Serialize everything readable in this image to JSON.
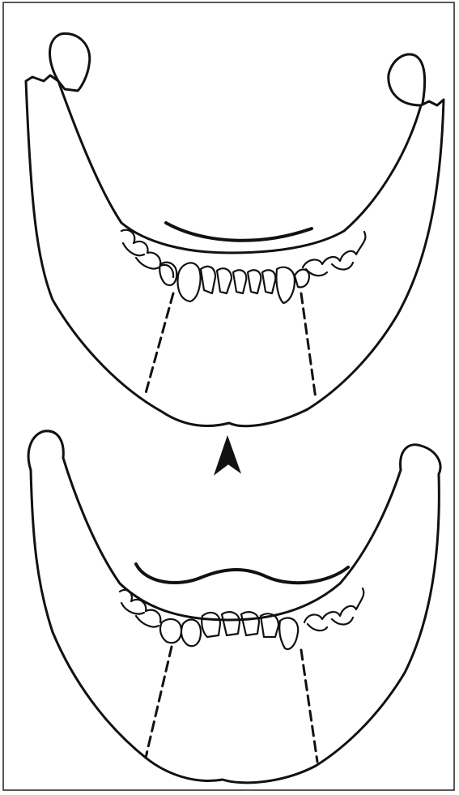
{
  "figure": {
    "kind": "line drawing",
    "panels": [
      {
        "id": "upper-mandible",
        "osteotomy_lines": 2,
        "occlusal_curve": "flat arc"
      },
      {
        "id": "lower-mandible",
        "osteotomy_lines": 2,
        "occlusal_curve": "wavy"
      }
    ],
    "arrow_direction": "up",
    "colors": {
      "ink": "#111111",
      "paper": "#ffffff",
      "frame": "#222222"
    }
  }
}
